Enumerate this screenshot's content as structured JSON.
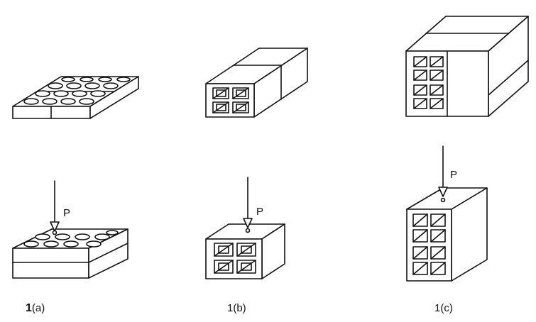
{
  "figure": {
    "load_label": "P",
    "captions": {
      "a_num": "1",
      "a_letter": "(a)",
      "b": "1(b)",
      "c": "1(c)"
    }
  }
}
